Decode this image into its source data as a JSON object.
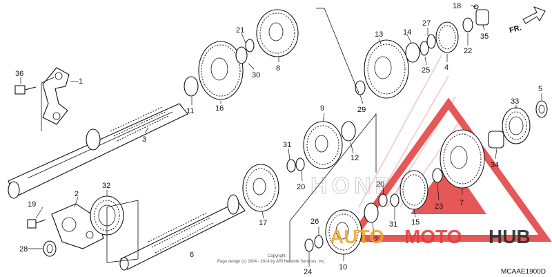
{
  "diagram": {
    "code": "MCAAE1900D",
    "direction_label": "FR.",
    "copyright_title": "Copyright",
    "copyright_text": "Page design (c) 2004 - 2014 by ARI Network Services, Inc.",
    "watermark": {
      "brand_auto": "AUTO",
      "brand_moto": "MOTO",
      "brand_hub": "HUB",
      "colors": {
        "red": "#e23a3a",
        "orange": "#f0a52a",
        "dark": "#2b2b2b"
      }
    },
    "background_brand": "HONDA",
    "labels": [
      "1",
      "2",
      "3",
      "4",
      "5",
      "6",
      "7",
      "8",
      "9",
      "10",
      "11",
      "12",
      "12",
      "13",
      "14",
      "15",
      "16",
      "17",
      "18",
      "19",
      "20",
      "20",
      "21",
      "22",
      "23",
      "24",
      "25",
      "26",
      "27",
      "28",
      "29",
      "30",
      "31",
      "31",
      "32",
      "33",
      "34",
      "35",
      "36"
    ]
  }
}
